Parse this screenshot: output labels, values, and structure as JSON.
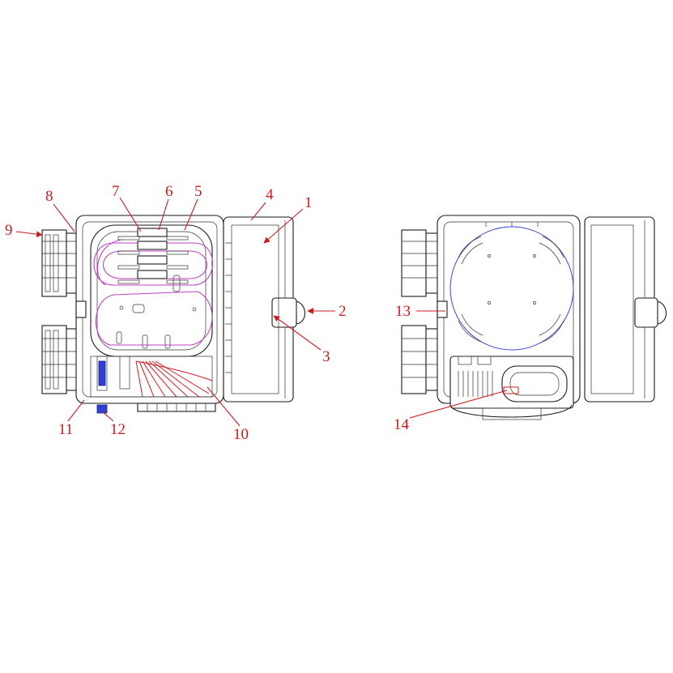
{
  "callouts": [
    {
      "id": "1",
      "label": "1"
    },
    {
      "id": "2",
      "label": "2"
    },
    {
      "id": "3",
      "label": "3"
    },
    {
      "id": "4",
      "label": "4"
    },
    {
      "id": "5",
      "label": "5"
    },
    {
      "id": "6",
      "label": "6"
    },
    {
      "id": "7",
      "label": "7"
    },
    {
      "id": "8",
      "label": "8"
    },
    {
      "id": "9",
      "label": "9"
    },
    {
      "id": "10",
      "label": "10"
    },
    {
      "id": "11",
      "label": "11"
    },
    {
      "id": "12",
      "label": "12"
    },
    {
      "id": "13",
      "label": "13"
    },
    {
      "id": "14",
      "label": "14"
    }
  ],
  "colors": {
    "outline": "#1a1a1a",
    "fiber": "#c040c0",
    "callout": "#c81c1c",
    "splitter": "#2f3fd8",
    "spool": "#3a4ad0"
  }
}
